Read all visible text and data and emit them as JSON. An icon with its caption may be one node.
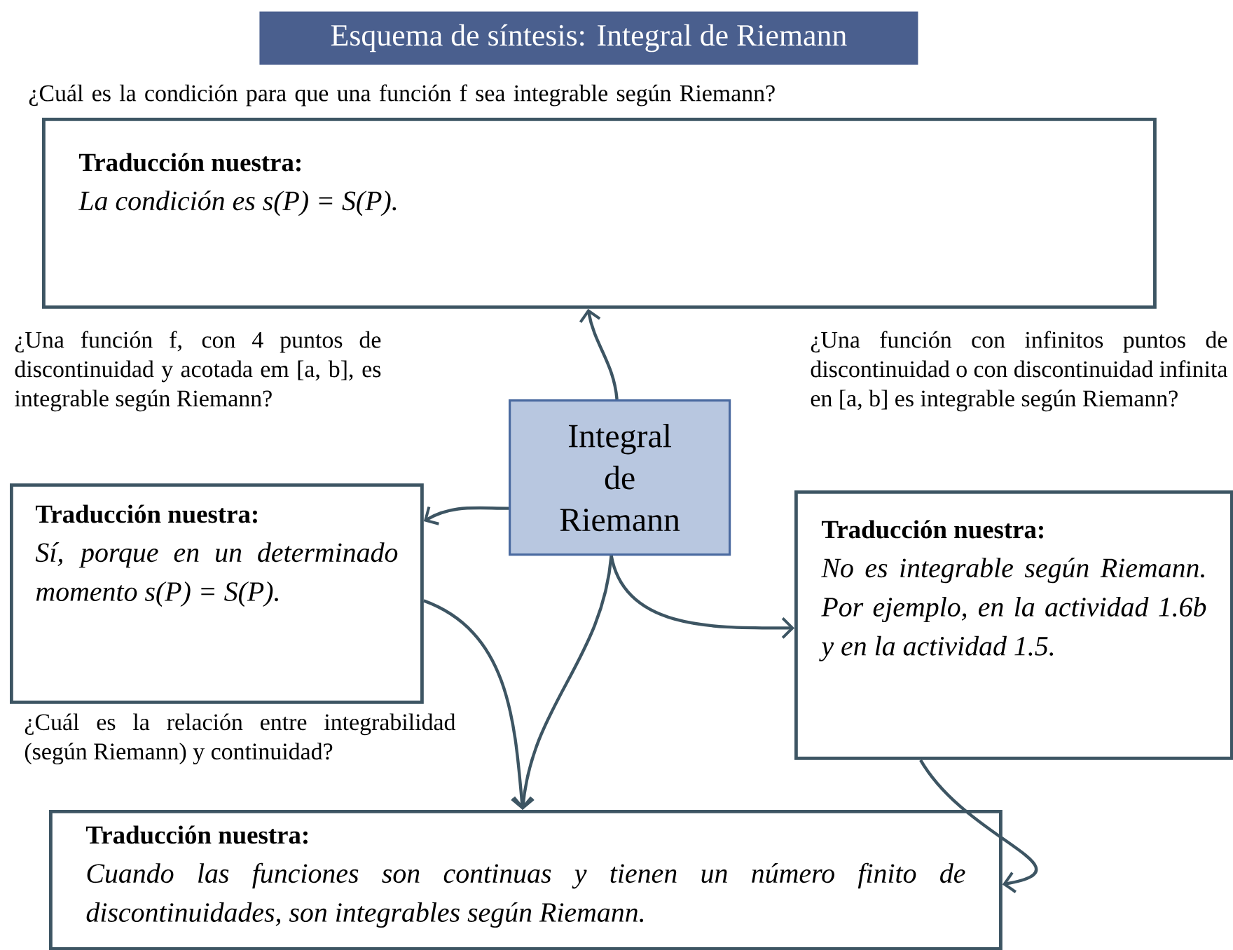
{
  "diagram": {
    "title": "Esquema de síntesis: Integral de Riemann",
    "nodes": [
      {
        "text": [
          "Traducción nuestra:",
          "La condición es s(P) = S(P)."
        ]
      },
      {
        "text": [
          "Integral de Riemann"
        ]
      },
      {
        "text": [
          "Traducción nuestra:",
          "Sí, porque en un determinado momento s(P) = S(P)."
        ]
      },
      {
        "text": [
          "Traducción nuestra:",
          "No es integrable según Riemann. Por ejemplo, en la actividad 1.6b y en la actividad 1.5."
        ]
      },
      {
        "text": [
          "Traducción nuestra:",
          "Cuando las funciones son continuas y tienen un número finito de discontinuidades, son integrables según Riemann."
        ]
      }
    ],
    "labels": [
      "¿Cuál es la condición para que una función f sea integrable según Riemann?",
      "¿Una función f, con 4 puntos de discontinuidad y acotada em [a, b], es integrable según Riemann?",
      "¿Una función con infinitos puntos de discontinuidad o con discontinuidad infinita en [a, b] es integrable según Riemann?",
      "¿Cuál es la relación entre integrabilidad (según Riemann) y continuidad?"
    ],
    "edges": [
      {
        "from": 1,
        "to": 0,
        "arrow": "to"
      },
      {
        "from": 1,
        "to": 2,
        "arrow": "to"
      },
      {
        "from": 1,
        "to": 3,
        "arrow": "to"
      },
      {
        "from": 1,
        "to": 4,
        "arrow": "to"
      },
      {
        "from": 2,
        "to": 4,
        "arrow": "to"
      },
      {
        "from": 3,
        "to": 4,
        "arrow": "to"
      }
    ]
  }
}
